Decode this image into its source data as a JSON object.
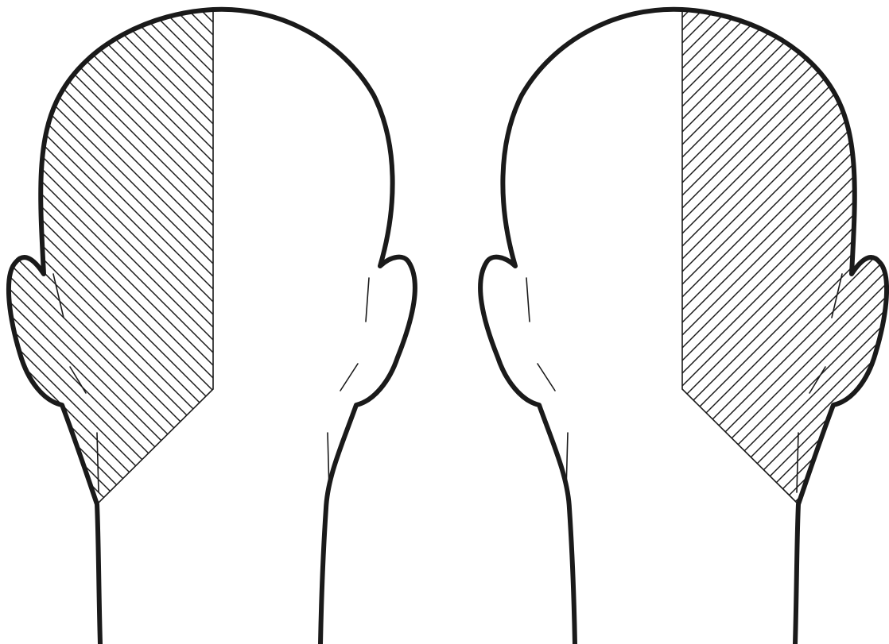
{
  "figure": {
    "type": "line-drawing",
    "subjects": [
      {
        "id": "left-head",
        "view": "back-of-head",
        "shaded_side": "left"
      },
      {
        "id": "right-head",
        "view": "back-of-head",
        "shaded_side": "right"
      }
    ],
    "shading": {
      "pattern": "diagonal-hatch",
      "left_head_hatch": "descending",
      "right_head_hatch": "ascending"
    },
    "colors": {
      "ink": "#1a1a1a",
      "background": "#ffffff"
    }
  }
}
